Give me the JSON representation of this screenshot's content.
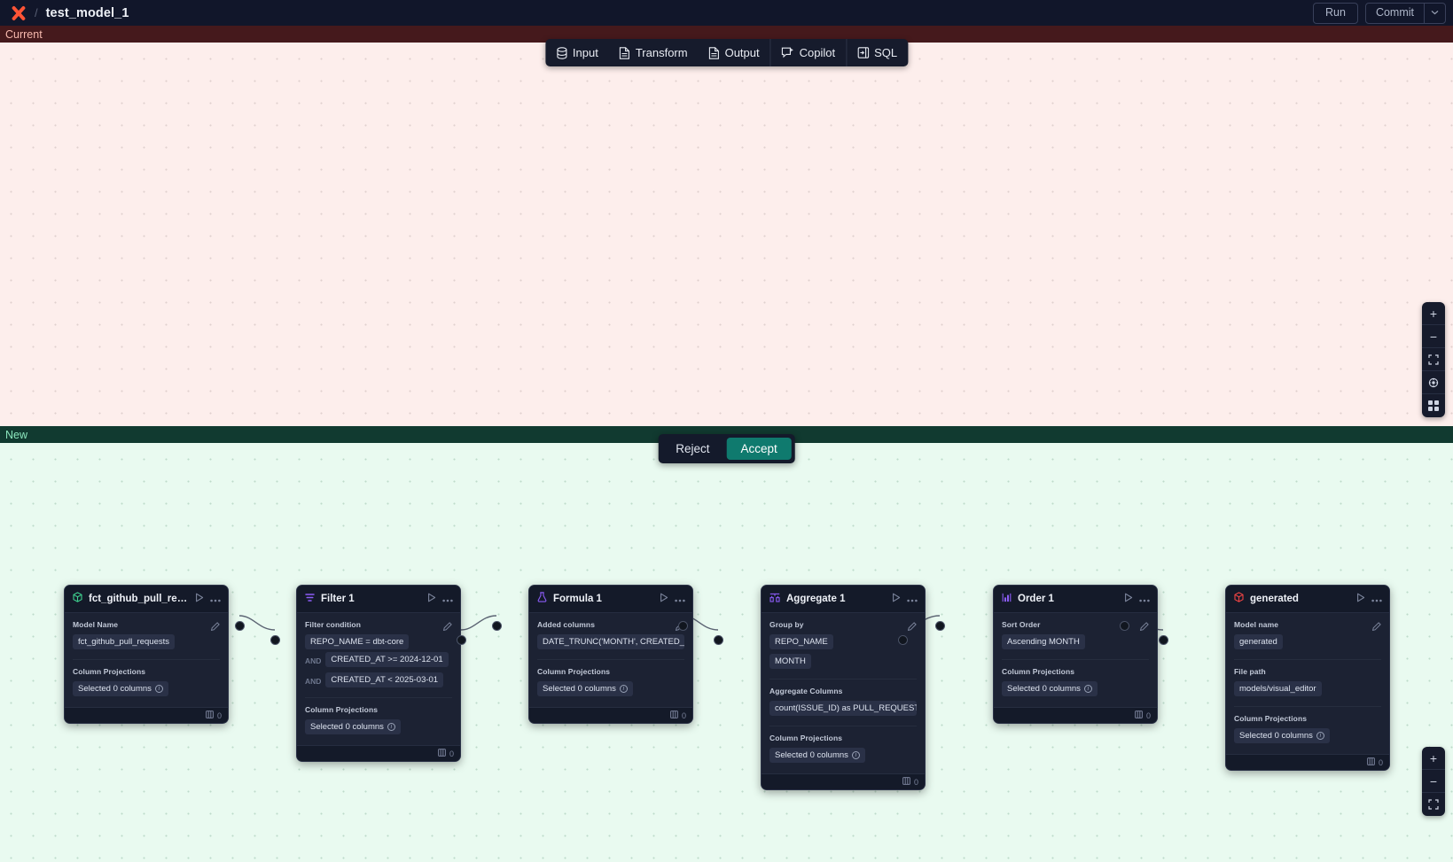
{
  "topbar": {
    "logo_icon": "ascend-x-logo",
    "separator": "/",
    "title": "test_model_1",
    "run_label": "Run",
    "commit_label": "Commit",
    "caret_icon": "chevron-down-icon"
  },
  "toolbar": {
    "items": [
      {
        "label": "Input",
        "icon": "database-icon"
      },
      {
        "label": "Transform",
        "icon": "document-icon"
      },
      {
        "label": "Output",
        "icon": "document-out-icon"
      },
      {
        "label": "Copilot",
        "icon": "copilot-sparkle-icon"
      },
      {
        "label": "SQL",
        "icon": "sql-panel-icon"
      }
    ]
  },
  "panes": {
    "current_label": "Current",
    "new_label": "New"
  },
  "decision": {
    "reject_label": "Reject",
    "accept_label": "Accept"
  },
  "zoom_controls_top": [
    {
      "icon": "plus-icon",
      "glyph": "+"
    },
    {
      "icon": "minus-icon",
      "glyph": "−"
    },
    {
      "icon": "fit-view-icon",
      "glyph": "⛶"
    },
    {
      "icon": "lock-icon",
      "glyph": "◉"
    },
    {
      "icon": "grid-icon",
      "glyph": "∷"
    }
  ],
  "zoom_controls_bottom": [
    {
      "icon": "plus-icon",
      "glyph": "+"
    },
    {
      "icon": "minus-icon",
      "glyph": "−"
    },
    {
      "icon": "fit-view-icon",
      "glyph": "⛶"
    }
  ],
  "colors": {
    "accent_accept": "#0f7a6e",
    "brand_logo": "#ff5436",
    "pane_current_bg": "#fdeeec",
    "pane_new_bg": "#e9faf0",
    "node_bg": "#1c2233"
  },
  "nodes": [
    {
      "id": "source",
      "title": "fct_github_pull_requests",
      "icon": "cube-green-icon",
      "row_count": "0",
      "sections": [
        {
          "title": "Model Name",
          "editable": true,
          "chips": [
            {
              "text": "fct_github_pull_requests"
            }
          ]
        },
        {
          "title": "Column Projections",
          "editable": false,
          "chips": [
            {
              "text": "Selected 0 columns",
              "info": true
            }
          ]
        }
      ]
    },
    {
      "id": "filter",
      "title": "Filter 1",
      "icon": "filter-purple-icon",
      "row_count": "0",
      "sections": [
        {
          "title": "Filter condition",
          "editable": true,
          "chips": [
            {
              "text": "REPO_NAME = dbt-core"
            },
            {
              "op": "AND",
              "text": "CREATED_AT >= 2024-12-01"
            },
            {
              "op": "AND",
              "text": "CREATED_AT < 2025-03-01"
            }
          ]
        },
        {
          "title": "Column Projections",
          "editable": false,
          "chips": [
            {
              "text": "Selected 0 columns",
              "info": true
            }
          ]
        }
      ]
    },
    {
      "id": "formula",
      "title": "Formula 1",
      "icon": "flask-purple-icon",
      "row_count": "0",
      "sections": [
        {
          "title": "Added columns",
          "editable": true,
          "chips": [
            {
              "text": "DATE_TRUNC('MONTH', CREATED_AT…"
            }
          ]
        },
        {
          "title": "Column Projections",
          "editable": false,
          "chips": [
            {
              "text": "Selected 0 columns",
              "info": true
            }
          ]
        }
      ]
    },
    {
      "id": "aggregate",
      "title": "Aggregate 1",
      "icon": "aggregate-purple-icon",
      "row_count": "0",
      "sections": [
        {
          "title": "Group by",
          "editable": true,
          "chips": [
            {
              "text": "REPO_NAME"
            },
            {
              "text": "MONTH"
            }
          ]
        },
        {
          "title": "Aggregate Columns",
          "editable": false,
          "chips": [
            {
              "text": "count(ISSUE_ID) as PULL_REQUEST_…"
            }
          ]
        },
        {
          "title": "Column Projections",
          "editable": false,
          "chips": [
            {
              "text": "Selected 0 columns",
              "info": true
            }
          ]
        }
      ]
    },
    {
      "id": "order",
      "title": "Order 1",
      "icon": "order-purple-icon",
      "row_count": "0",
      "sections": [
        {
          "title": "Sort Order",
          "editable": true,
          "chips": [
            {
              "text": "Ascending MONTH"
            }
          ]
        },
        {
          "title": "Column Projections",
          "editable": false,
          "chips": [
            {
              "text": "Selected 0 columns",
              "info": true
            }
          ]
        }
      ]
    },
    {
      "id": "generated",
      "title": "generated",
      "icon": "cube-red-icon",
      "row_count": "0",
      "sections": [
        {
          "title": "Model name",
          "editable": true,
          "chips": [
            {
              "text": "generated"
            }
          ]
        },
        {
          "title": "File path",
          "editable": false,
          "chips": [
            {
              "text": "models/visual_editor"
            }
          ]
        },
        {
          "title": "Column Projections",
          "editable": false,
          "chips": [
            {
              "text": "Selected 0 columns",
              "info": true
            }
          ]
        }
      ]
    }
  ],
  "node_footer_icon": "table-rows-icon",
  "node_head_actions": [
    {
      "icon": "play-icon"
    },
    {
      "icon": "more-dots-icon"
    }
  ]
}
